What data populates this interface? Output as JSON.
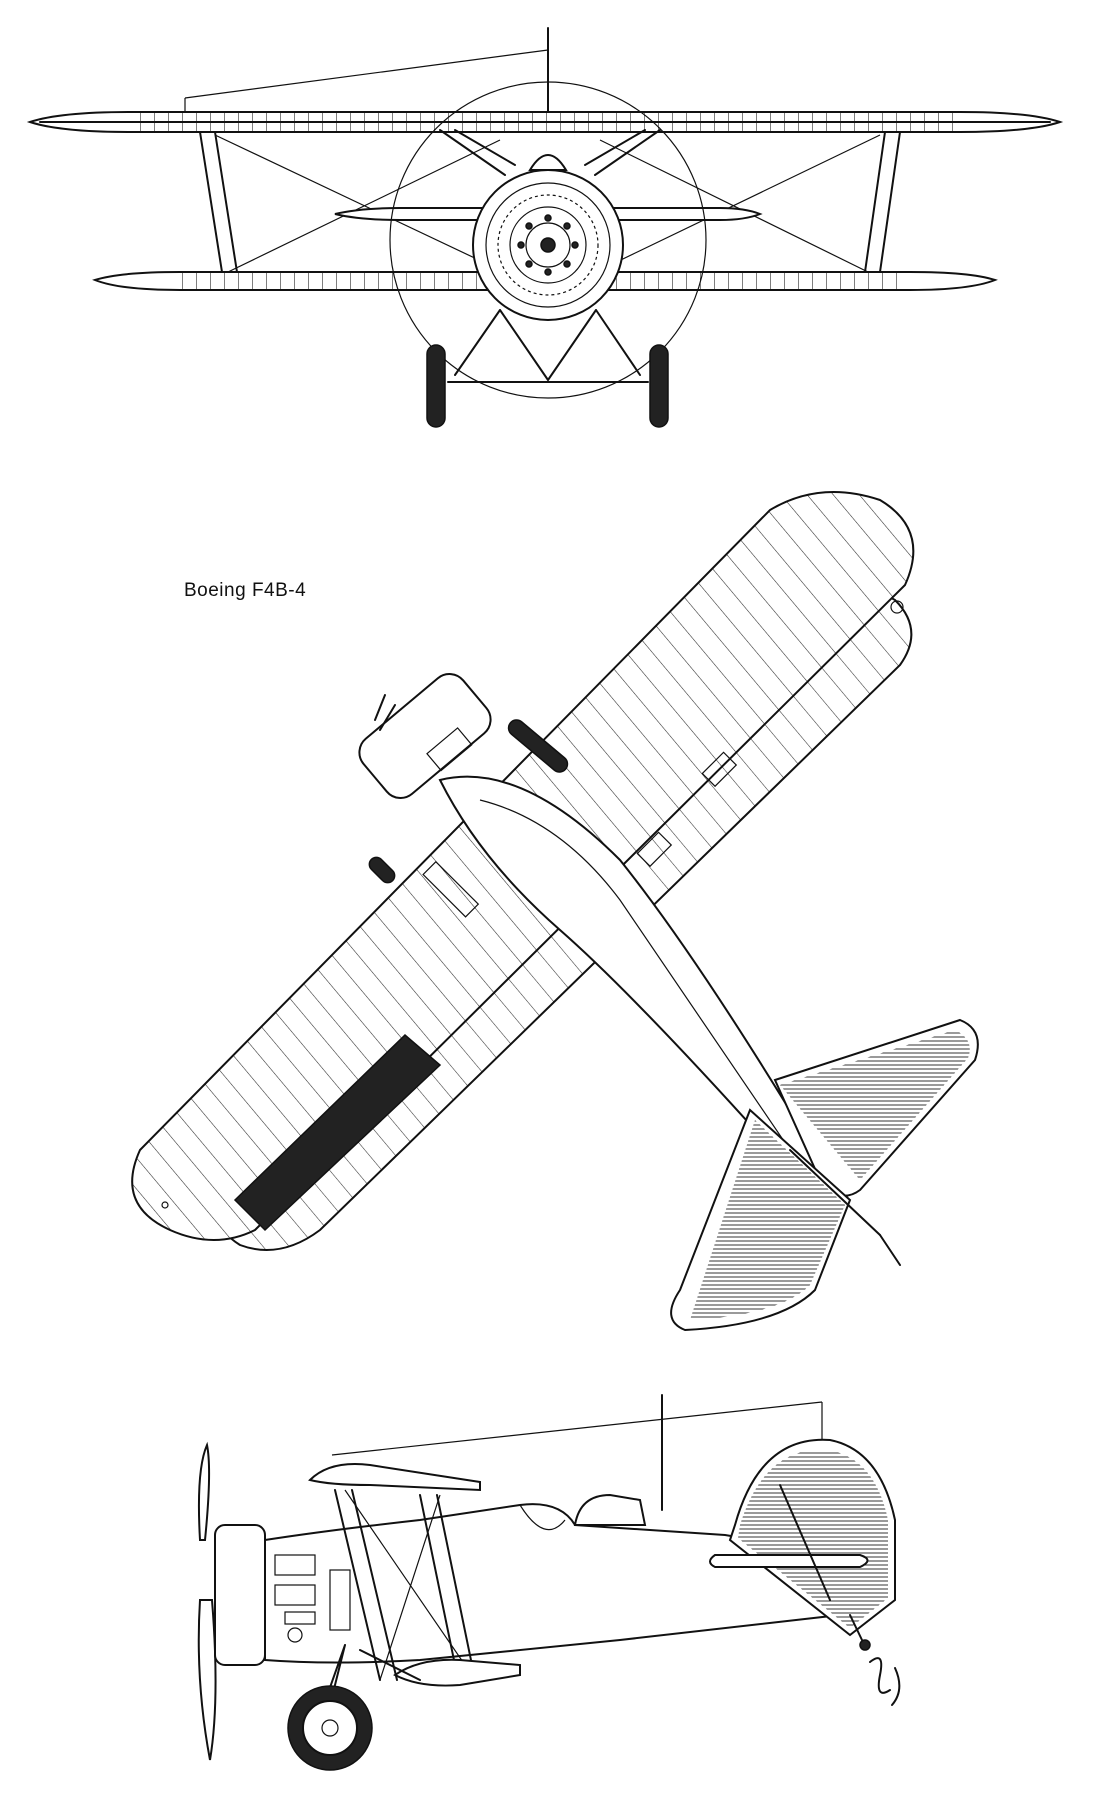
{
  "caption": "Boeing F4B-4",
  "views": {
    "front": "front-view",
    "top": "planform-view",
    "side": "side-view"
  },
  "colors": {
    "ink": "#111111",
    "paper": "#ffffff",
    "hatch": "#222222"
  },
  "signature_mark": "artist-signature"
}
